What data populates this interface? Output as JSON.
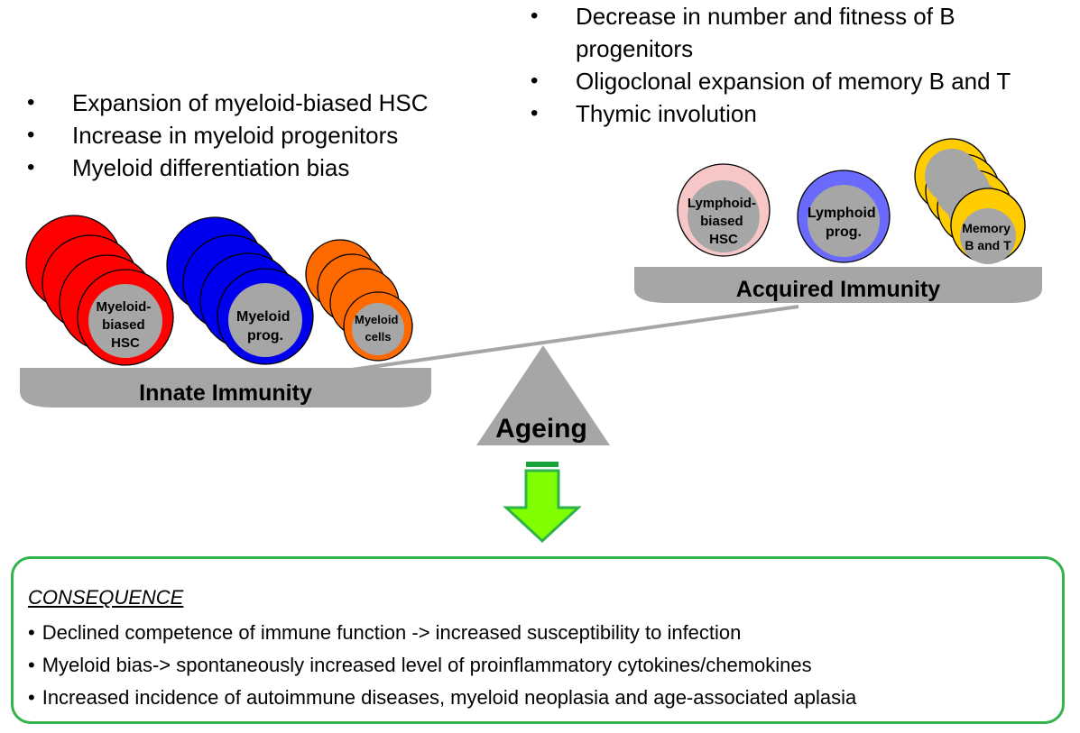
{
  "acquired_changes": [
    "Decrease in number and fitness of B progenitors",
    "Oligoclonal expansion of memory B and T",
    "Thymic involution"
  ],
  "innate_changes": [
    "Expansion of myeloid-biased HSC",
    "Increase in myeloid progenitors",
    "Myeloid differentiation bias"
  ],
  "innate": {
    "label": "Innate Immunity",
    "hsc": [
      "Myeloid-",
      "biased",
      "HSC"
    ],
    "prog": [
      "Myeloid",
      "prog."
    ],
    "cells": [
      "Myeloid",
      "cells"
    ]
  },
  "acquired": {
    "label": "Acquired Immunity",
    "hsc": [
      "Lymphoid-",
      "biased",
      "HSC"
    ],
    "prog": [
      "Lymphoid",
      "prog."
    ],
    "memory": [
      "Memory",
      "B and T"
    ]
  },
  "fulcrum_label": "Ageing",
  "consequence": {
    "title": "CONSEQUENCE",
    "items": [
      "Declined competence of immune function -> increased susceptibility to infection",
      "Myeloid bias-> spontaneously increased level of proinflammatory cytokines/chemokines",
      "Increased incidence of autoimmune diseases, myeloid neoplasia and age-associated aplasia"
    ]
  },
  "colors": {
    "myeloid_hsc": "#ff0000",
    "myeloid_prog": "#0000ee",
    "myeloid_cells": "#ff6a00",
    "lymphoid_hsc": "#f7c6c6",
    "lymphoid_prog": "#6a6aff",
    "memory": "#ffcc00",
    "core": "#a6a6a6",
    "pan": "#a6a6a6",
    "arrow": "#7fff00",
    "arrow_outline": "#2eb34b",
    "box_border": "#32b34b"
  }
}
